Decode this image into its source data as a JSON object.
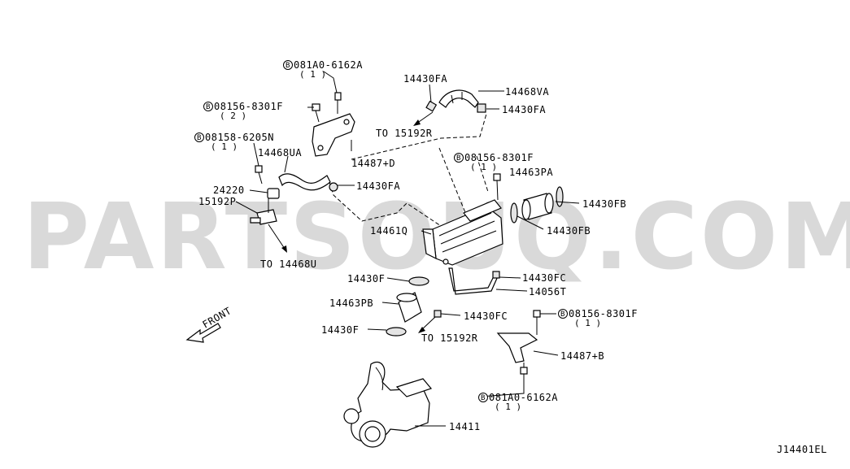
{
  "watermark": "PARTSOUQ.COM",
  "diagram_code": "J14401EL",
  "front_label": "FRONT",
  "bolt_prefix": "B",
  "callouts": {
    "b081a0_top": {
      "part": "081A0-6162A",
      "qty": "( 1 )"
    },
    "b08156_left": {
      "part": "08156-8301F",
      "qty": "( 2 )"
    },
    "b08158": {
      "part": "08158-6205N",
      "qty": "( 1 )"
    },
    "p14468ua": {
      "part": "14468UA"
    },
    "p24220": {
      "part": "24220"
    },
    "p15192p": {
      "part": "15192P"
    },
    "to14468u": {
      "part": "TO 14468U"
    },
    "p14487d": {
      "part": "14487+D"
    },
    "to15192r_top": {
      "part": "TO 15192R"
    },
    "p14430fa_top": {
      "part": "14430FA"
    },
    "p14468va": {
      "part": "14468VA"
    },
    "p14430fa_mid": {
      "part": "14430FA"
    },
    "p14430fa_left": {
      "part": "14430FA"
    },
    "b08156_mid": {
      "part": "08156-8301F",
      "qty": "( 1 )"
    },
    "p14463pa": {
      "part": "14463PA"
    },
    "p14430fb_right": {
      "part": "14430FB"
    },
    "p14430fb_low": {
      "part": "14430FB"
    },
    "p14461q": {
      "part": "14461Q"
    },
    "p14430f_a": {
      "part": "14430F"
    },
    "p14430fc_a": {
      "part": "14430FC"
    },
    "p14056t": {
      "part": "14056T"
    },
    "p14463pb": {
      "part": "14463PB"
    },
    "p14430fc_b": {
      "part": "14430FC"
    },
    "b08156_right": {
      "part": "08156-8301F",
      "qty": "( 1 )"
    },
    "p14430f_b": {
      "part": "14430F"
    },
    "to15192r_low": {
      "part": "TO 15192R"
    },
    "p14487b": {
      "part": "14487+B"
    },
    "b081a0_low": {
      "part": "081A0-6162A",
      "qty": "( 1 )"
    },
    "p14411": {
      "part": "14411"
    }
  }
}
